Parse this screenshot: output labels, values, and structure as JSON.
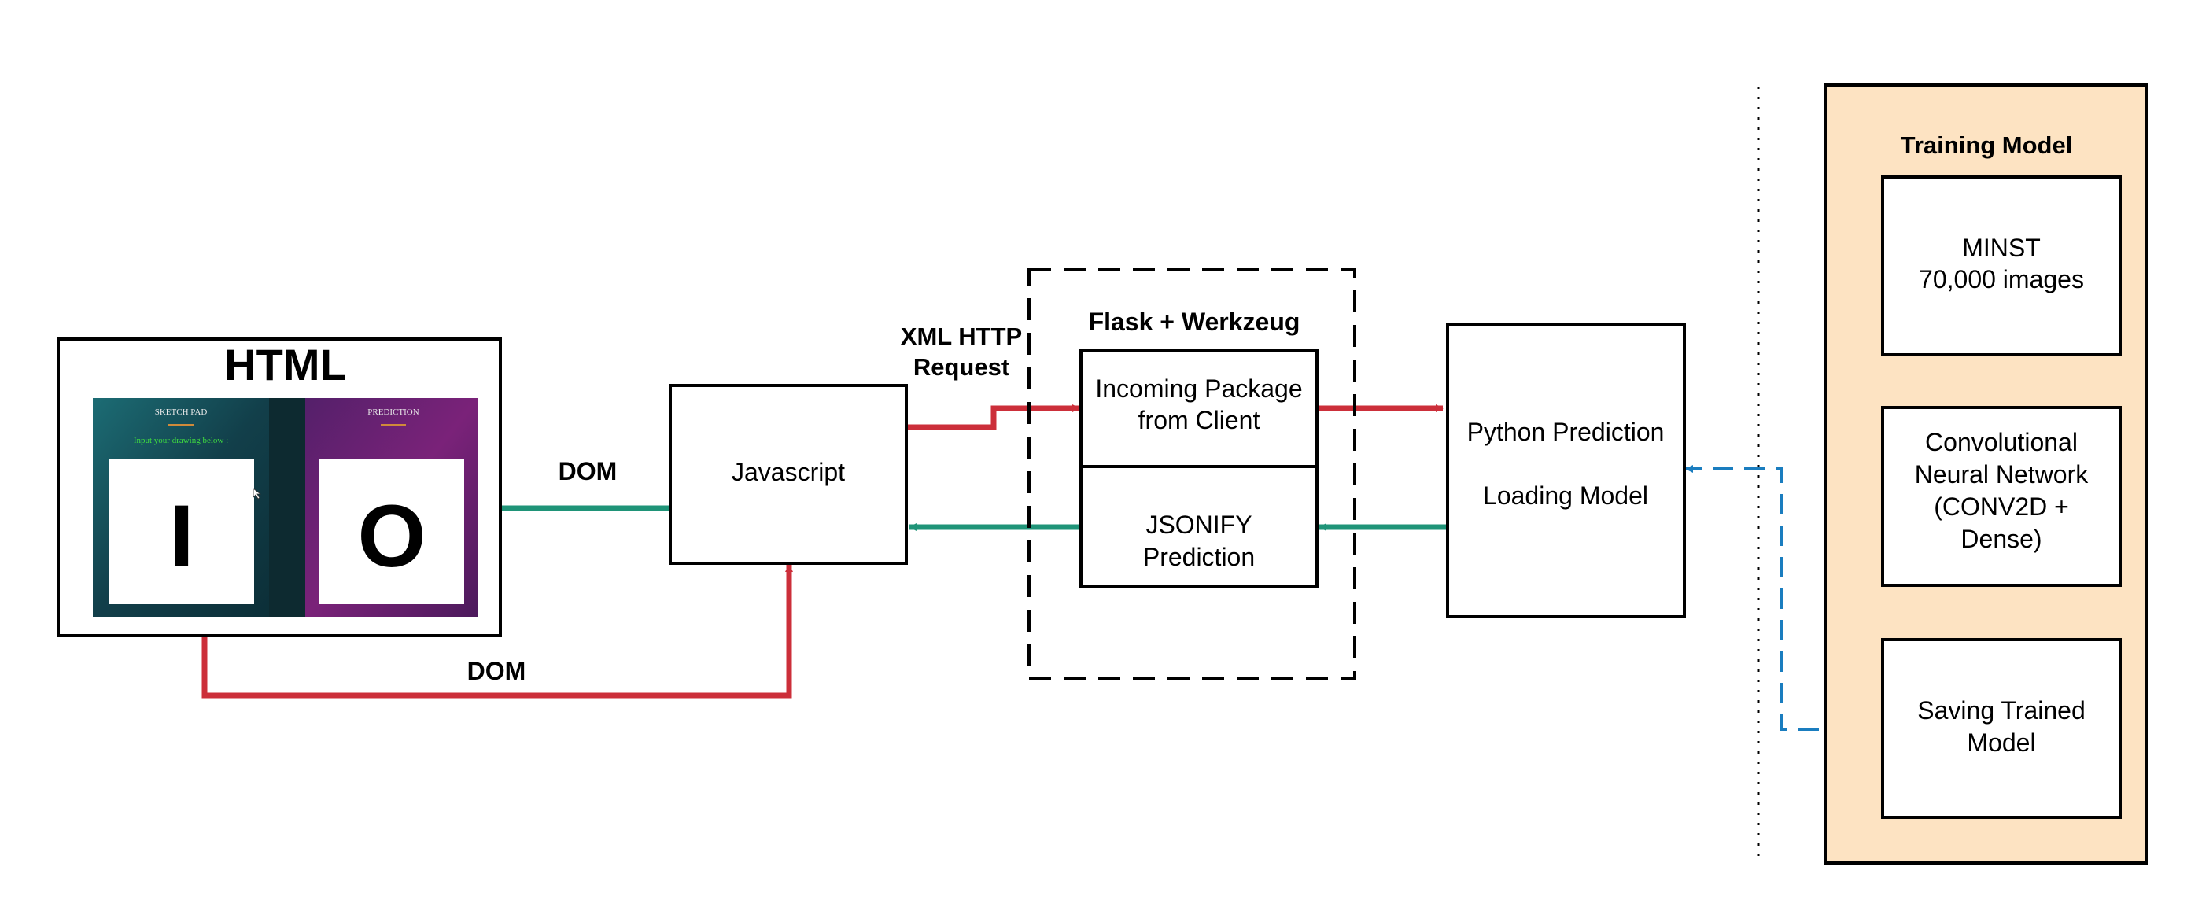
{
  "colors": {
    "red_arrow": "#cc2f3a",
    "green_arrow": "#1f9478",
    "blue_arrow": "#1a7dbf",
    "training_fill": "#fde3c2",
    "sketch_bg": "#145a63",
    "prediction_bg": "#6a1f6e",
    "sketch_text": "#3fdc3f"
  },
  "html_box": {
    "title": "HTML",
    "sketch_pad": {
      "header": "SKETCH PAD",
      "instruction": "Input your drawing below :",
      "glyph": "I"
    },
    "prediction": {
      "header": "PREDICTION",
      "glyph": "O"
    }
  },
  "javascript": {
    "label": "Javascript"
  },
  "dom_top": "DOM",
  "dom_bottom": "DOM",
  "xml_request": {
    "line1": "XML HTTP",
    "line2": "Request"
  },
  "flask": {
    "title": "Flask + Werkzeug",
    "incoming": {
      "line1": "Incoming Package",
      "line2": "from Client"
    },
    "jsonify": {
      "line1": "JSONIFY",
      "line2": "Prediction"
    }
  },
  "python": {
    "line1": "Python Prediction",
    "line2": "Loading Model"
  },
  "training": {
    "title": "Training Model",
    "minst": {
      "line1": "MINST",
      "line2": "70,000 images"
    },
    "cnn": {
      "line1": "Convolutional",
      "line2": "Neural Network",
      "line3": "(CONV2D +",
      "line4": "Dense)"
    },
    "saving": {
      "line1": "Saving Trained",
      "line2": "Model"
    }
  }
}
